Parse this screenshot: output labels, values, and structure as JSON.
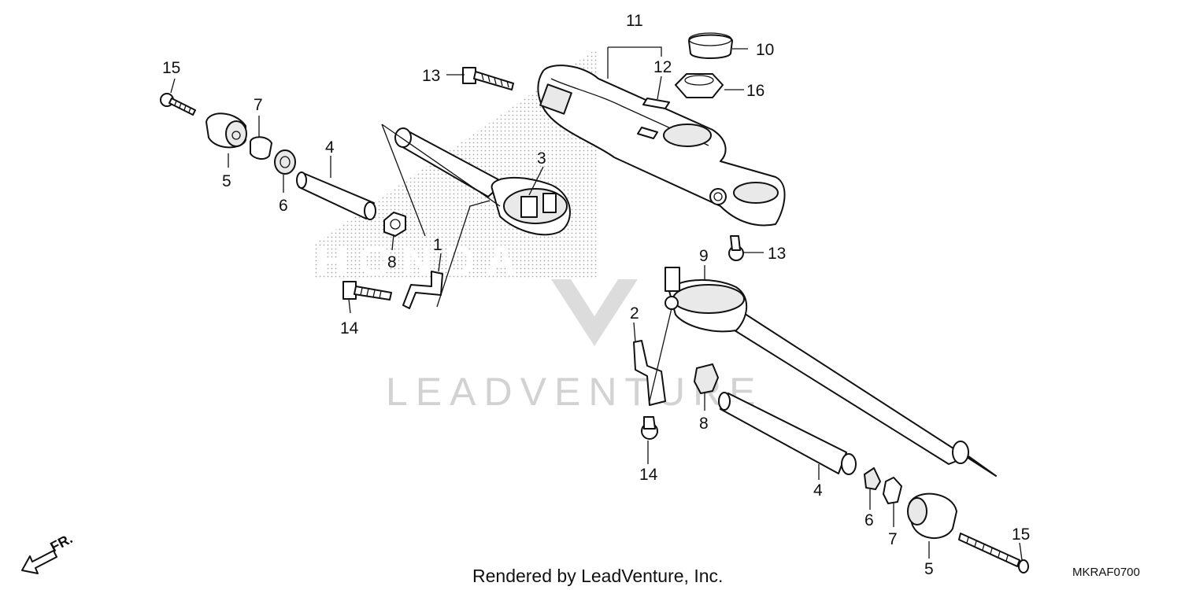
{
  "diagram": {
    "callouts": {
      "c1": "1",
      "c2": "2",
      "c3": "3",
      "c4a": "4",
      "c4b": "4",
      "c5a": "5",
      "c5b": "5",
      "c6a": "6",
      "c6b": "6",
      "c7a": "7",
      "c7b": "7",
      "c8a": "8",
      "c8b": "8",
      "c9": "9",
      "c10": "10",
      "c11": "11",
      "c12": "12",
      "c13a": "13",
      "c13b": "13",
      "c14a": "14",
      "c14b": "14",
      "c15a": "15",
      "c15b": "15",
      "c16": "16"
    },
    "direction_label": "FR.",
    "watermark_text": "LEADVENTURE",
    "logo_text": "HONDA",
    "footer_text": "Rendered by LeadVenture, Inc.",
    "diagram_code": "MKRAF0700"
  }
}
